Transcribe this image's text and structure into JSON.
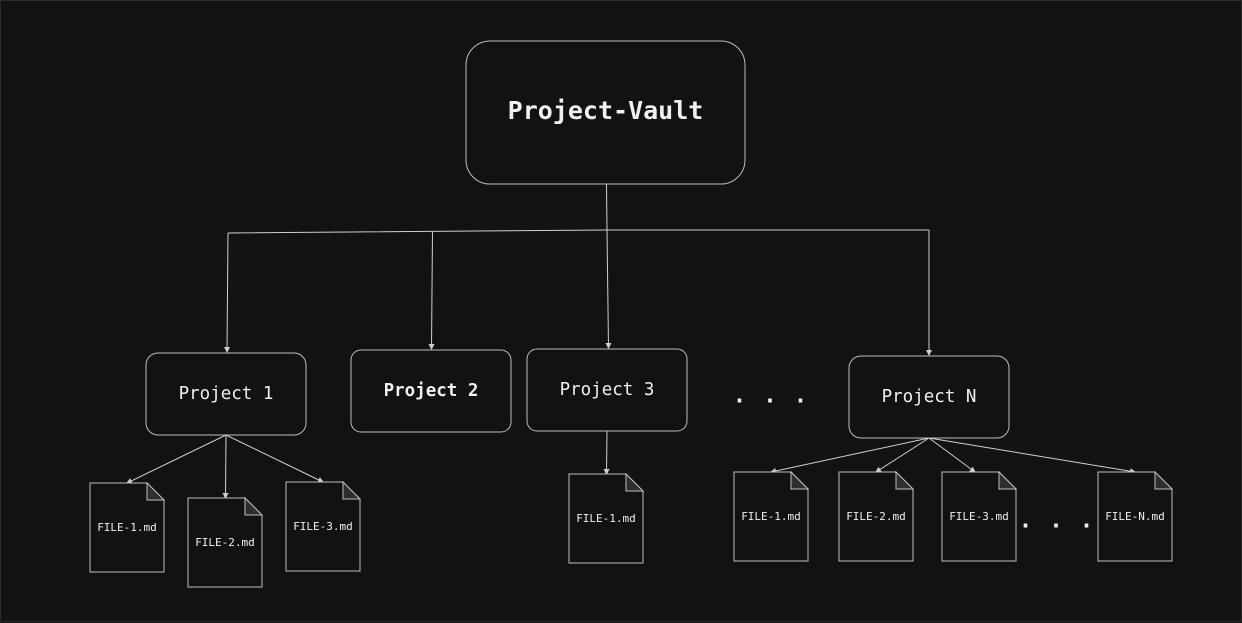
{
  "diagram": {
    "root": {
      "label": "Project-Vault"
    },
    "projects": [
      {
        "id": "p1",
        "label": "Project 1",
        "bold": false
      },
      {
        "id": "p2",
        "label": "Project 2",
        "bold": true
      },
      {
        "id": "p3",
        "label": "Project 3",
        "bold": false
      },
      {
        "id": "pN",
        "label": "Project N",
        "bold": false
      }
    ],
    "project_ellipsis": ". . .",
    "files": [
      {
        "project": "p1",
        "label": "FILE-1.md"
      },
      {
        "project": "p1",
        "label": "FILE-2.md"
      },
      {
        "project": "p1",
        "label": "FILE-3.md"
      },
      {
        "project": "p3",
        "label": "FILE-1.md"
      },
      {
        "project": "pN",
        "label": "FILE-1.md"
      },
      {
        "project": "pN",
        "label": "FILE-2.md"
      },
      {
        "project": "pN",
        "label": "FILE-3.md"
      },
      {
        "project": "pN",
        "label": "FILE-N.md"
      }
    ],
    "file_ellipsis": ". . .",
    "colors": {
      "background": "#121212",
      "stroke": "#bdbdbd",
      "text": "#f0f0f0",
      "fold": "#2e2e2e"
    }
  }
}
